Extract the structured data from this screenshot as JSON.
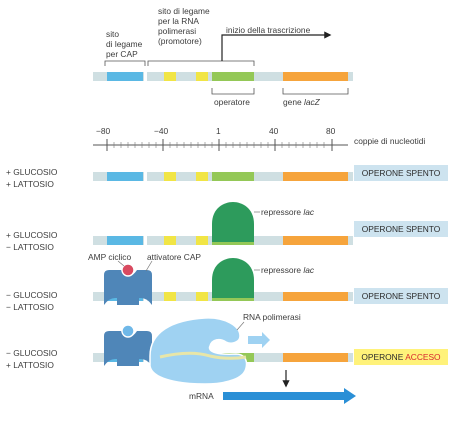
{
  "top_labels": {
    "cap_site": "sito\ndi legame\nper CAP",
    "rna_site": "sito di legame\nper la RNA\npolimerasi\n(promotore)",
    "transcription_start": "inizio della trascrizione",
    "operator": "operatore",
    "gene_prefix": "gene ",
    "gene_name": "lacZ"
  },
  "axis": {
    "ticks": [
      "−80",
      "−40",
      "1",
      "40",
      "80"
    ],
    "label": "coppie di nucleotidi"
  },
  "rows": [
    {
      "line1": "+ GLUCOSIO",
      "line2": "+ LATTOSIO",
      "status": "OPERONE SPENTO"
    },
    {
      "line1": "+ GLUCOSIO",
      "line2": "− LATTOSIO",
      "status": "OPERONE SPENTO"
    },
    {
      "line1": "− GLUCOSIO",
      "line2": "− LATTOSIO",
      "status": "OPERONE SPENTO"
    },
    {
      "line1": "− GLUCOSIO",
      "line2": "+ LATTOSIO",
      "status_prefix": "OPERONE",
      "status_accent": "ACCESO"
    }
  ],
  "annotations": {
    "repressor_prefix": "repressore ",
    "repressor_name": "lac",
    "cyclic_amp": "AMP ciclico",
    "cap_activator": "attivatore CAP",
    "rna_polymerase": "RNA polimerasi",
    "mrna": "mRNA"
  },
  "colors": {
    "dna_backbone": "#cfdfe2",
    "cap_site": "#5ab8e4",
    "promoter_yellow": "#f1e545",
    "operator_green": "#94c857",
    "lacz_orange": "#f6a43c",
    "repressor": "#2d9b5c",
    "cap_protein": "#4f86b8",
    "rna_polymerase": "#9fd2f2",
    "mrna_arrow": "#2a8fd6",
    "status_off": "#cde3ef",
    "status_on": "#fff27a",
    "accent_red": "#d7262e"
  }
}
